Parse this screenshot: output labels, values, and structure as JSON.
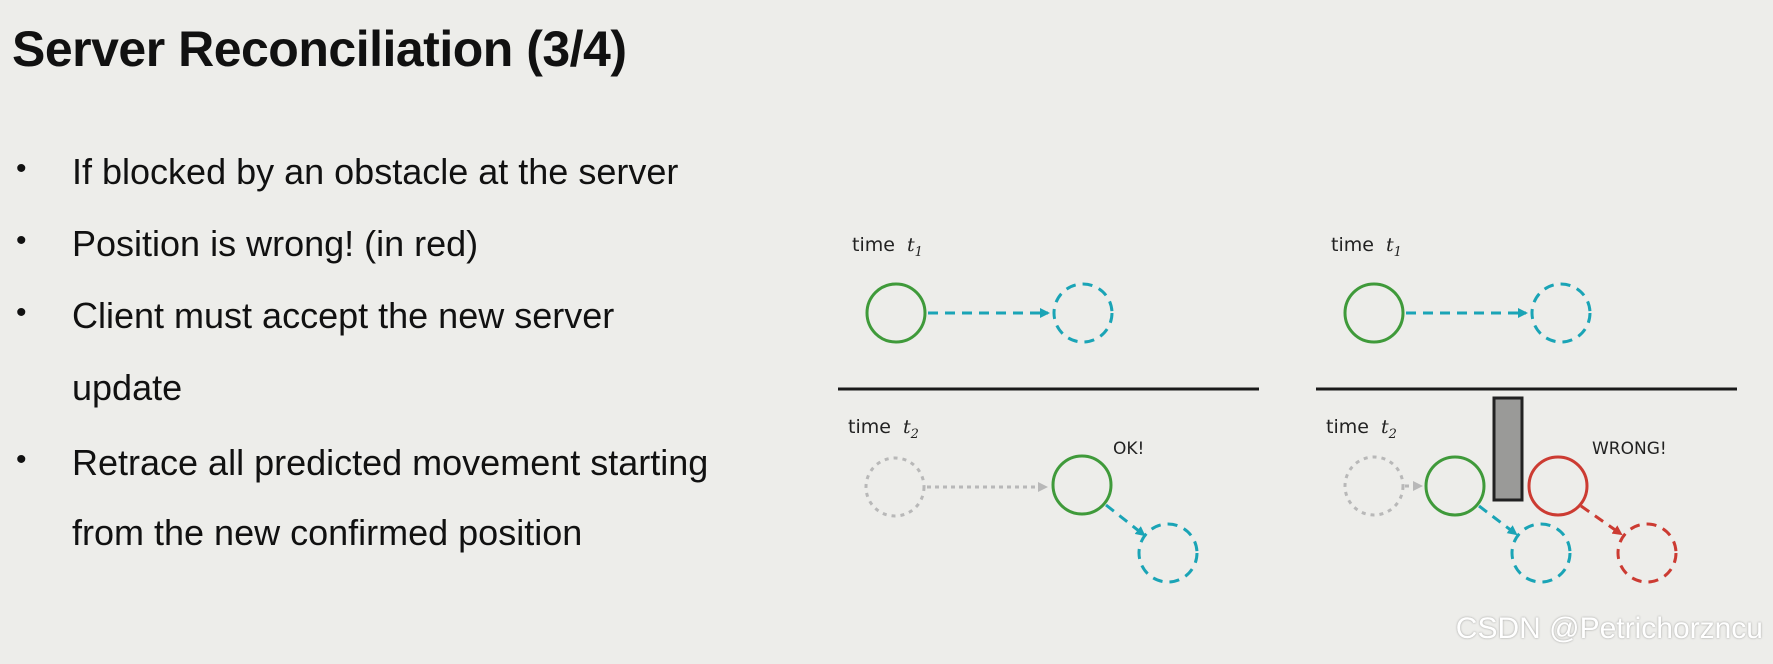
{
  "title": "Server Reconciliation (3/4)",
  "bullets": [
    {
      "lines": [
        "If blocked by an obstacle at the server"
      ]
    },
    {
      "lines": [
        "Position is wrong! (in red)"
      ]
    },
    {
      "lines": [
        "Client must accept the new server",
        "update"
      ]
    },
    {
      "lines": [
        "Retrace all predicted movement starting",
        "from the new confirmed position"
      ]
    }
  ],
  "bullet_symbol": "•",
  "diagram": {
    "left_panel": {
      "time1_label": "time",
      "time1_var": "t",
      "time1_sub": "1",
      "time2_label": "time",
      "time2_var": "t",
      "time2_sub": "2",
      "status_label": "OK!"
    },
    "right_panel": {
      "time1_label": "time",
      "time1_var": "t",
      "time1_sub": "1",
      "time2_label": "time",
      "time2_var": "t",
      "time2_sub": "2",
      "status_label": "WRONG!"
    },
    "colors": {
      "green": "#3f9a3a",
      "teal": "#1aa4b6",
      "gray": "#b8b8b8",
      "red": "#cc3b32",
      "obstacle_fill": "#9a9a98",
      "obstacle_stroke": "#222222",
      "divider": "#1a1a1a"
    }
  },
  "watermark": "CSDN @Petrichorzncu"
}
